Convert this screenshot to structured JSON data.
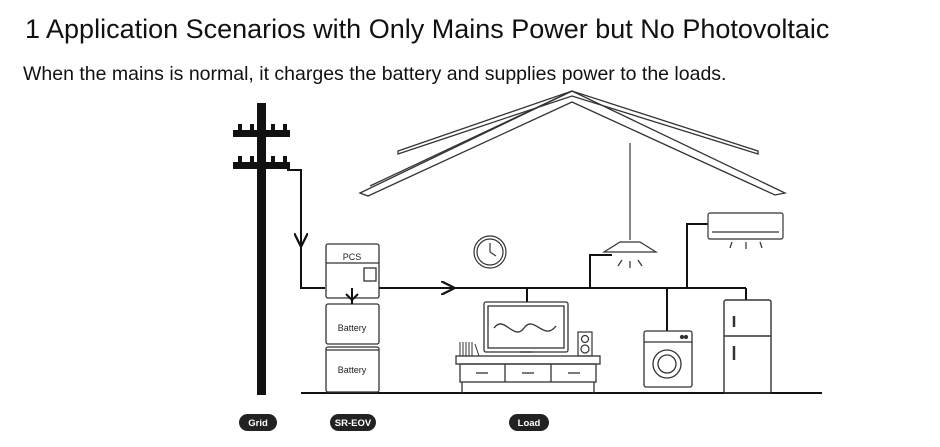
{
  "title": "1 Application Scenarios with Only Mains Power but No Photovoltaic",
  "subtitle": "When the mains is normal, it charges the battery and supplies power to the loads.",
  "diagram": {
    "pcs_label": "PCS",
    "battery_top_label": "Battery",
    "battery_bottom_label": "Battery",
    "badges": {
      "grid": "Grid",
      "sr_eov": "SR-EOV",
      "load": "Load"
    }
  },
  "colors": {
    "line": "#111111",
    "badge_bg": "#222222",
    "badge_text": "#ffffff"
  }
}
